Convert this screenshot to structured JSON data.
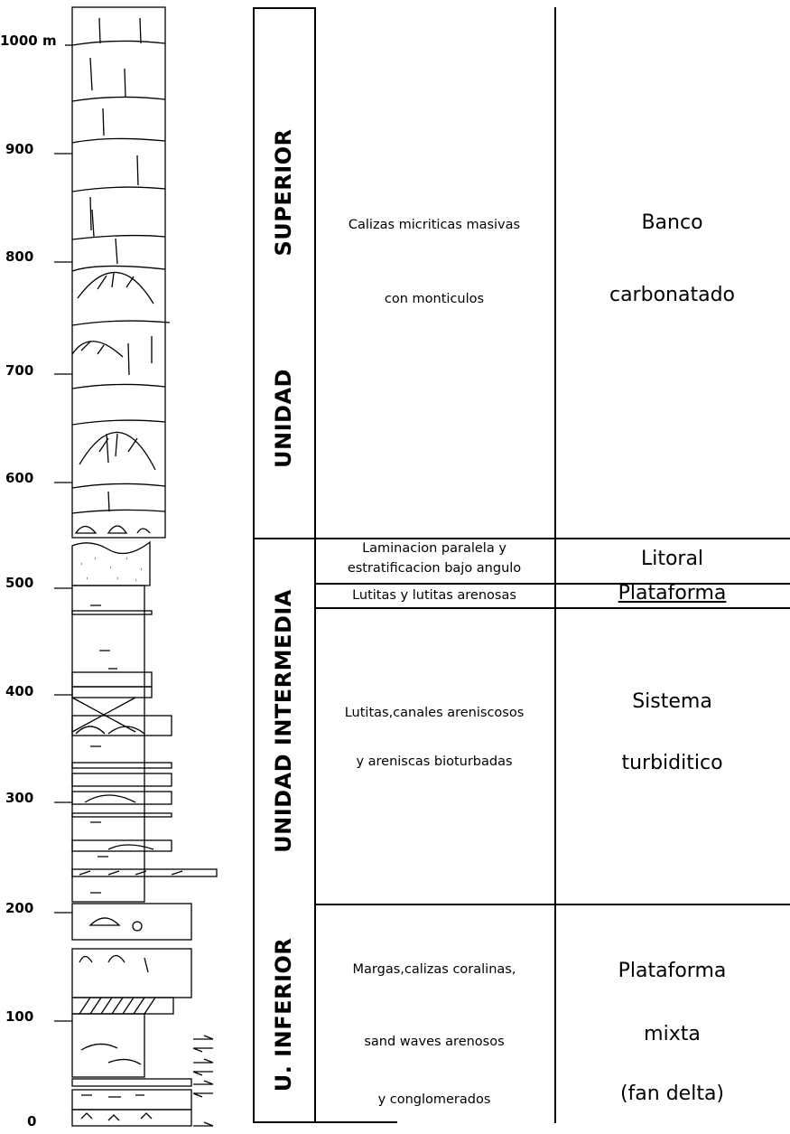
{
  "scale": {
    "unit_label": "1000 m",
    "ticks": [
      "900",
      "800",
      "700",
      "600",
      "500",
      "400",
      "300",
      "200",
      "100",
      "0"
    ]
  },
  "units": [
    {
      "label_top": "SUPERIOR",
      "label_bottom": "UNIDAD",
      "descriptions": [
        "Calizas micriticas masivas",
        "con monticulos"
      ],
      "environments": [
        "Banco",
        "carbonatado"
      ]
    },
    {
      "label": "UNIDAD INTERMEDIA",
      "rows": [
        {
          "description_lines": [
            "Laminacion paralela y",
            "estratificacion bajo angulo"
          ],
          "environment": "Litoral"
        },
        {
          "description_lines": [
            "Lutitas y lutitas arenosas"
          ],
          "environment": "Plataforma"
        },
        {
          "description_lines": [
            "Lutitas,canales areniscosos",
            "y areniscas bioturbadas"
          ],
          "environment_lines": [
            "Sistema",
            "turbiditico"
          ]
        }
      ]
    },
    {
      "label": "U. INFERIOR",
      "descriptions": [
        "Margas,calizas coralinas,",
        "sand waves arenosos",
        "y conglomerados"
      ],
      "environments": [
        "Plataforma",
        "mixta",
        "(fan delta)"
      ]
    }
  ],
  "colors": {
    "ink": "#000000",
    "paper": "#ffffff"
  }
}
